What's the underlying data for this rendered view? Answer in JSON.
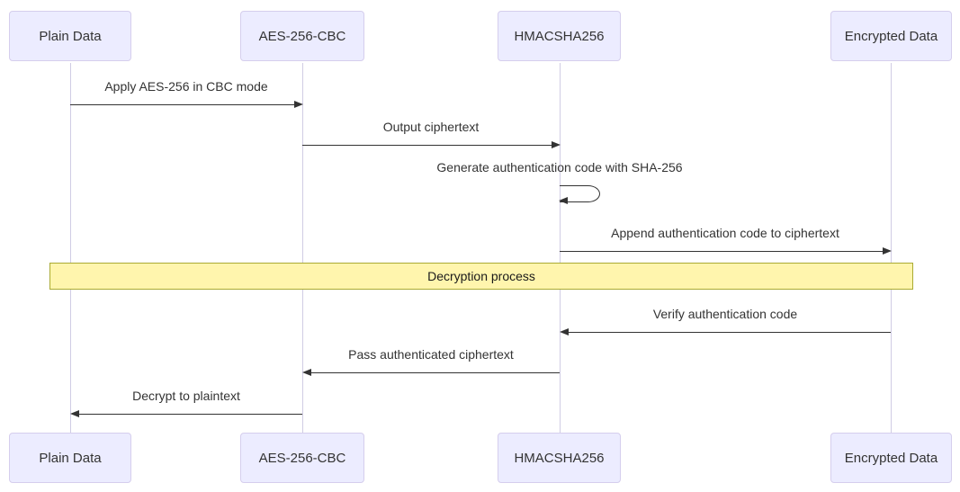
{
  "diagram": {
    "type": "sequence-diagram",
    "actors": [
      {
        "id": "plain-data",
        "label": "Plain Data"
      },
      {
        "id": "aes-256-cbc",
        "label": "AES-256-CBC"
      },
      {
        "id": "hmacsha256",
        "label": "HMACSHA256"
      },
      {
        "id": "encrypted-data",
        "label": "Encrypted Data"
      }
    ],
    "messages": [
      {
        "from": "Plain Data",
        "to": "AES-256-CBC",
        "label": "Apply AES-256 in CBC mode",
        "direction": "right"
      },
      {
        "from": "AES-256-CBC",
        "to": "HMACSHA256",
        "label": "Output ciphertext",
        "direction": "right"
      },
      {
        "from": "HMACSHA256",
        "to": "HMACSHA256",
        "label": "Generate authentication code with SHA-256",
        "direction": "self"
      },
      {
        "from": "HMACSHA256",
        "to": "Encrypted Data",
        "label": "Append authentication code to ciphertext",
        "direction": "right"
      },
      {
        "from": "Encrypted Data",
        "to": "HMACSHA256",
        "label": "Verify authentication code",
        "direction": "left"
      },
      {
        "from": "HMACSHA256",
        "to": "AES-256-CBC",
        "label": "Pass authenticated ciphertext",
        "direction": "left"
      },
      {
        "from": "AES-256-CBC",
        "to": "Plain Data",
        "label": "Decrypt to plaintext",
        "direction": "left"
      }
    ],
    "note": {
      "label": "Decryption process",
      "span": "all-actors"
    },
    "colors": {
      "actor_fill": "#ECECFF",
      "actor_border": "#d5ceed",
      "lifeline": "#d0cce4",
      "arrow": "#333333",
      "note_fill": "#FFF5AD",
      "note_border": "#AAAA33",
      "text": "#333333"
    }
  }
}
